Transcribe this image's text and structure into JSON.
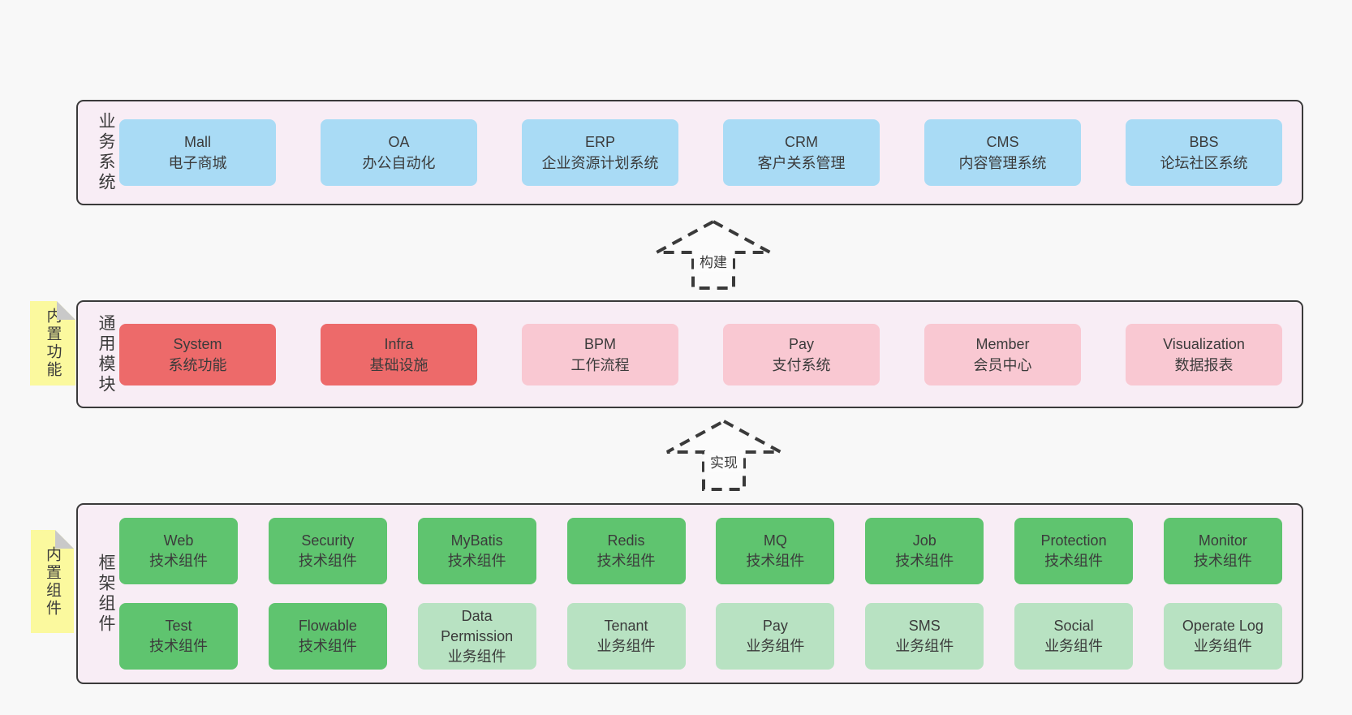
{
  "colors": {
    "page_background": "#f8f8f8",
    "panel_background": "#f8edf5",
    "panel_border": "#3a3a3a",
    "card_blue": "#a9dbf5",
    "card_red": "#ed6a6a",
    "card_pink": "#f9c8d2",
    "card_green": "#5fc46f",
    "card_light_green": "#b8e2c2",
    "sticky_yellow": "#fbf99e",
    "sticky_fold_gray": "#c9c9c9",
    "text": "#3b3b3b"
  },
  "arrows": {
    "build": "构建",
    "implement": "实现"
  },
  "sections": {
    "business": {
      "label": "业务系统",
      "boxes": [
        {
          "title": "Mall",
          "subtitle": "电子商城"
        },
        {
          "title": "OA",
          "subtitle": "办公自动化"
        },
        {
          "title": "ERP",
          "subtitle": "企业资源计划系统"
        },
        {
          "title": "CRM",
          "subtitle": "客户关系管理"
        },
        {
          "title": "CMS",
          "subtitle": "内容管理系统"
        },
        {
          "title": "BBS",
          "subtitle": "论坛社区系统"
        }
      ]
    },
    "modules": {
      "label": "通用模块",
      "sticky": "内置功能",
      "boxes": [
        {
          "title": "System",
          "subtitle": "系统功能"
        },
        {
          "title": "Infra",
          "subtitle": "基础设施"
        },
        {
          "title": "BPM",
          "subtitle": "工作流程"
        },
        {
          "title": "Pay",
          "subtitle": "支付系统"
        },
        {
          "title": "Member",
          "subtitle": "会员中心"
        },
        {
          "title": "Visualization",
          "subtitle": "数据报表"
        }
      ]
    },
    "framework": {
      "label": "框架组件",
      "sticky": "内置组件",
      "row1": [
        {
          "title": "Web",
          "subtitle": "技术组件"
        },
        {
          "title": "Security",
          "subtitle": "技术组件"
        },
        {
          "title": "MyBatis",
          "subtitle": "技术组件"
        },
        {
          "title": "Redis",
          "subtitle": "技术组件"
        },
        {
          "title": "MQ",
          "subtitle": "技术组件"
        },
        {
          "title": "Job",
          "subtitle": "技术组件"
        },
        {
          "title": "Protection",
          "subtitle": "技术组件"
        },
        {
          "title": "Monitor",
          "subtitle": "技术组件"
        }
      ],
      "row2": [
        {
          "title": "Test",
          "subtitle": "技术组件"
        },
        {
          "title": "Flowable",
          "subtitle": "技术组件"
        },
        {
          "title": "Data Permission",
          "subtitle": "业务组件"
        },
        {
          "title": "Tenant",
          "subtitle": "业务组件"
        },
        {
          "title": "Pay",
          "subtitle": "业务组件"
        },
        {
          "title": "SMS",
          "subtitle": "业务组件"
        },
        {
          "title": "Social",
          "subtitle": "业务组件"
        },
        {
          "title": "Operate Log",
          "subtitle": "业务组件"
        }
      ]
    }
  }
}
